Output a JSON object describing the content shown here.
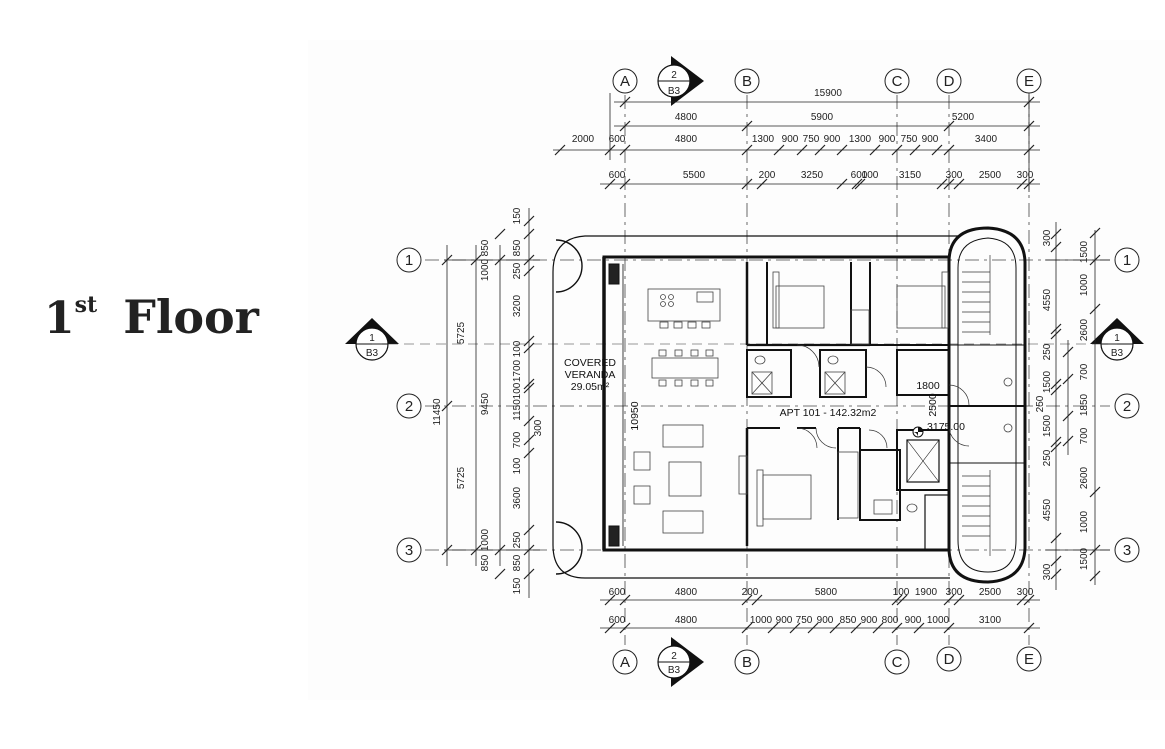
{
  "title": {
    "number": "1",
    "suffix": "st",
    "word": "Floor"
  },
  "grid": {
    "columns": [
      "A",
      "B",
      "C",
      "D",
      "E"
    ],
    "rows": [
      "1",
      "2",
      "3"
    ]
  },
  "section_markers": {
    "top": {
      "num": "2",
      "sheet": "B3"
    },
    "bottom": {
      "num": "2",
      "sheet": "B3"
    },
    "left": {
      "num": "1",
      "sheet": "B3"
    },
    "right": {
      "num": "1",
      "sheet": "B3"
    }
  },
  "top_dims": {
    "overall": "15900",
    "row2": [
      "4800",
      "5900",
      "5200"
    ],
    "row3": [
      "2000",
      "600",
      "4800",
      "1300",
      "900",
      "750",
      "900",
      "1300",
      "900",
      "750",
      "900",
      "3400"
    ],
    "row4": [
      "600",
      "5500",
      "200",
      "3250",
      "600",
      "100",
      "3150",
      "300",
      "2500",
      "300"
    ]
  },
  "bottom_dims": {
    "row1": [
      "600",
      "4800",
      "200",
      "5800",
      "100",
      "1900",
      "300",
      "2500",
      "300"
    ],
    "row2": [
      "600",
      "4800",
      "1000",
      "900",
      "750",
      "900",
      "850",
      "900",
      "800",
      "900",
      "1000",
      "3100"
    ]
  },
  "left_dims": {
    "overall": "11450",
    "col2": [
      "5725",
      "5725"
    ],
    "col3": [
      "9450"
    ],
    "col4": [
      "1000",
      "850",
      "1000",
      "850"
    ],
    "col5": [
      "150",
      "850",
      "250",
      "3200",
      "100",
      "1700",
      "100",
      "1150",
      "700",
      "100",
      "3600",
      "250",
      "850",
      "150"
    ],
    "col6": [
      "300"
    ]
  },
  "right_dims": {
    "col1": [
      "300",
      "4550",
      "250",
      "2600",
      "250",
      "4550",
      "300"
    ],
    "col2": [
      "700",
      "1850",
      "700",
      "250",
      "1500",
      "1500"
    ],
    "col3": [
      "1500",
      "1000",
      "2600",
      "1000",
      "1500"
    ]
  },
  "labels": {
    "veranda": "COVERED",
    "veranda2": "VERANDA",
    "veranda_area": "29.05m²",
    "veranda_len": "10950",
    "apt": "APT 101 - 142.32m2",
    "dim_1800": "1800",
    "dim_2500": "2500",
    "level": "3175.00"
  }
}
